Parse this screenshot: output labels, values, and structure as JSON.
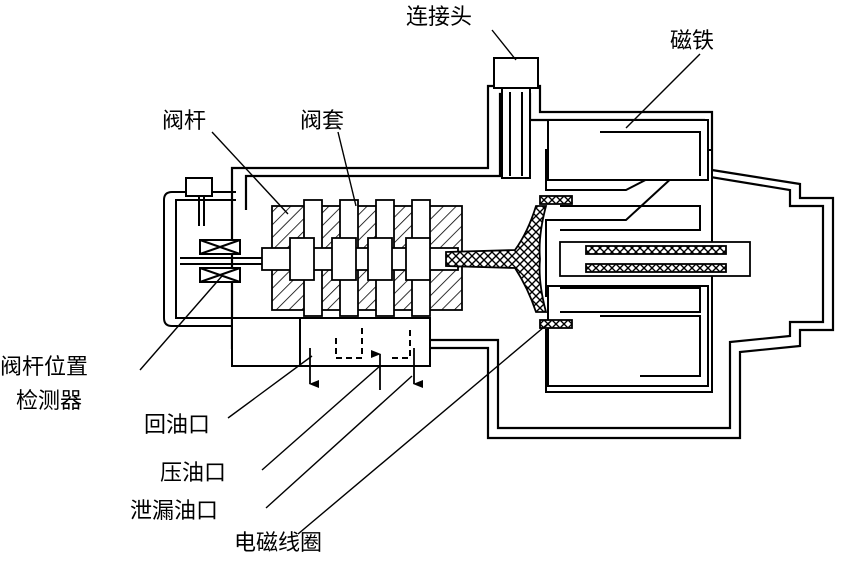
{
  "labels": {
    "connector": "连接头",
    "magnet": "磁铁",
    "valve_stem": "阀杆",
    "valve_sleeve": "阀套",
    "stem_sensor_line1": "阀杆位置",
    "stem_sensor_line2": "检测器",
    "return_port": "回油口",
    "pressure_port": "压油口",
    "leak_port": "泄漏油口",
    "coil": "电磁线圈"
  },
  "colors": {
    "line": "#000000",
    "background": "#ffffff"
  }
}
